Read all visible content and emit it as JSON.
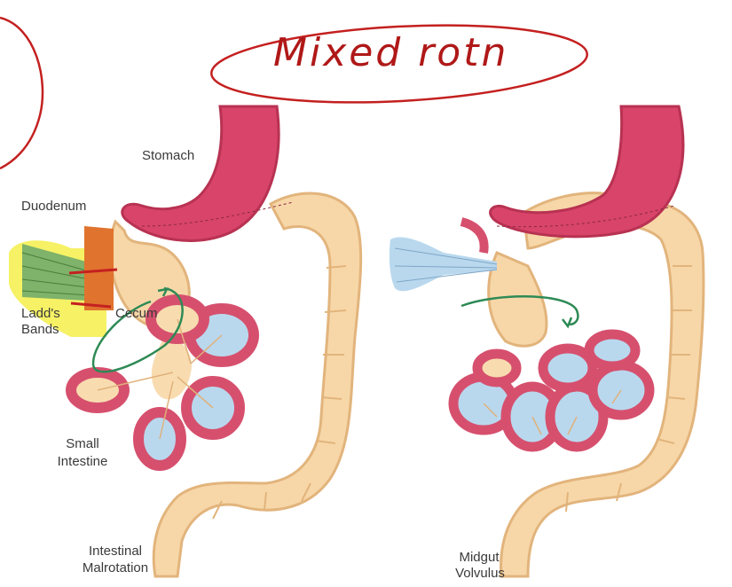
{
  "annotation": {
    "handwritten_note": "Mixed rotn"
  },
  "left_panel": {
    "labels": {
      "stomach": "Stomach",
      "duodenum": "Duodenum",
      "ladds_bands": [
        "Ladd's",
        "Bands"
      ],
      "cecum": "Cecum",
      "small_intestine": [
        "Small",
        "Intestine"
      ],
      "caption": [
        "Intestinal",
        "Malrotation"
      ]
    }
  },
  "right_panel": {
    "labels": {
      "caption": [
        "Midgut",
        "Volvulus"
      ]
    }
  },
  "colors": {
    "stomach": "#d9446a",
    "stomach_rim": "#b83252",
    "bowel_wall": "#d6506e",
    "colon": "#f7d7a8",
    "colon_edge": "#e2b47c",
    "mesentery": "#f8dcb0",
    "lumen_blue": "#b9d8ee",
    "ladds_green": "#7fb26a",
    "highlight_yellow": "#f4ef4a",
    "duodenum_orange": "#e0732e",
    "ink_red": "#b01818",
    "ink_green": "#2e8a55"
  }
}
